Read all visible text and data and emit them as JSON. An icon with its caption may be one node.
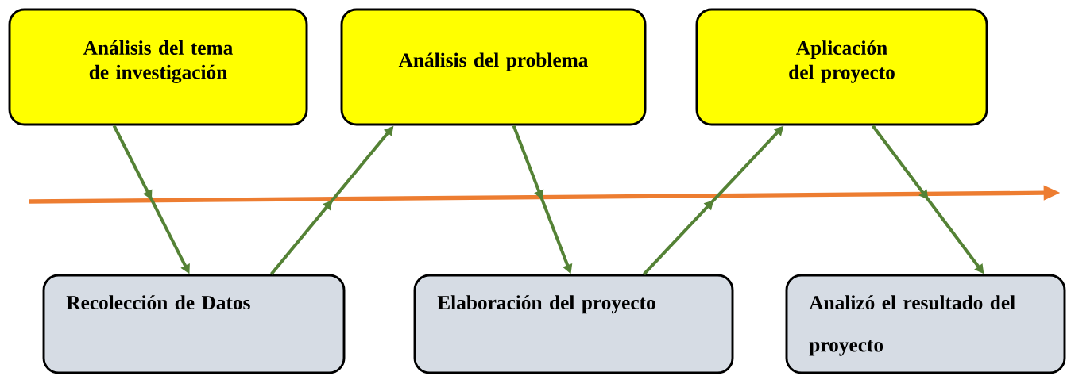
{
  "diagram": {
    "nodes": [
      {
        "text": [
          "Análisis del tema de investigación"
        ]
      },
      {
        "text": [
          "Análisis del problema"
        ]
      },
      {
        "text": [
          "Aplicación del proyecto"
        ]
      },
      {
        "text": [
          "Recolección de Datos"
        ]
      },
      {
        "text": [
          "Elaboración del proyecto"
        ]
      },
      {
        "text": [
          "Analizó el resultado del proyecto"
        ]
      }
    ],
    "edges": [
      {
        "from": 0,
        "to": 3,
        "arrow": "to"
      },
      {
        "from": 3,
        "to": 1,
        "arrow": "to"
      },
      {
        "from": 1,
        "to": 4,
        "arrow": "to"
      },
      {
        "from": 4,
        "to": 2,
        "arrow": "to"
      },
      {
        "from": 2,
        "to": 5,
        "arrow": "to"
      }
    ]
  }
}
